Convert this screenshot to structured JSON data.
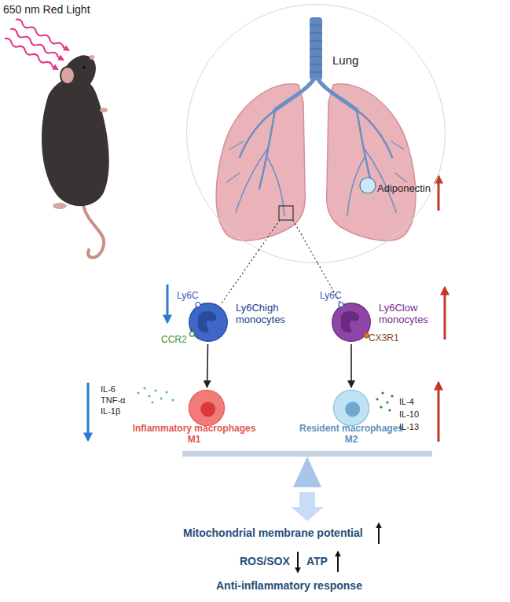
{
  "diagram": {
    "nodes": [
      {
        "text": [
          "Lung",
          "Adiponectin"
        ]
      },
      {
        "text": [
          "Ly6C",
          "Ly6Chigh monocytes",
          "CCR2"
        ]
      },
      {
        "text": [
          "Ly6C",
          "Ly6Clow monocytes",
          "CX3R1"
        ]
      },
      {
        "text": [
          "Inflammatory macrophages M1"
        ]
      },
      {
        "text": [
          "Resident macrophages M2"
        ]
      }
    ],
    "edges": [
      {
        "from": 0,
        "to": 1,
        "arrow": "none"
      },
      {
        "from": 0,
        "to": 2,
        "arrow": "none"
      },
      {
        "from": 1,
        "to": 3,
        "arrow": "to"
      },
      {
        "from": 2,
        "to": 4,
        "arrow": "to"
      }
    ],
    "labels": [
      "650 nm Red Light",
      "IL-6",
      "TNF-α",
      "IL-1β",
      "IL-4",
      "IL-10",
      "IL-13",
      "Mitochondrial membrane potential",
      "ROS/SOX",
      "ATP",
      "Anti-inflammatory response"
    ]
  }
}
